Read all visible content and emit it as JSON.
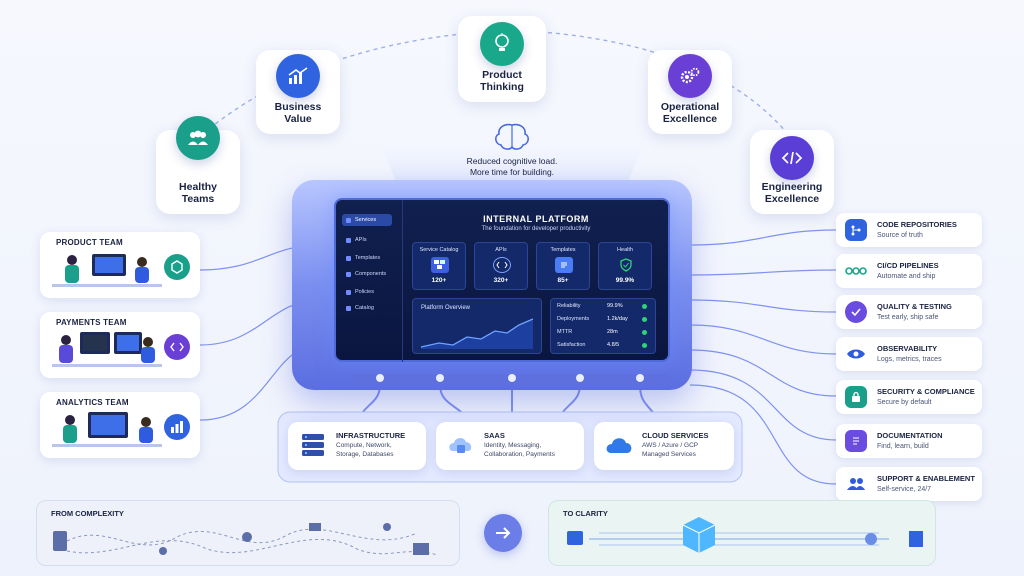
{
  "values": {
    "healthy_teams": "Healthy\nTeams",
    "business_value": "Business\nValue",
    "product_thinking": "Product\nThinking",
    "operational_excellence": "Operational\nExcellence",
    "engineering_excellence": "Engineering\nExcellence"
  },
  "tagline": {
    "line1": "Reduced cognitive load.",
    "line2": "More time for building."
  },
  "teams": [
    {
      "title": "PRODUCT TEAM"
    },
    {
      "title": "PAYMENTS TEAM"
    },
    {
      "title": "ANALYTICS TEAM"
    }
  ],
  "platform": {
    "title": "INTERNAL PLATFORM",
    "subtitle": "The foundation for developer productivity",
    "sidebar": [
      "Services",
      "APIs",
      "Templates",
      "Components",
      "Policies",
      "Catalog"
    ],
    "stats": [
      {
        "title": "Service Catalog",
        "value": "120+"
      },
      {
        "title": "APIs",
        "value": "320+"
      },
      {
        "title": "Templates",
        "value": "85+"
      },
      {
        "title": "Health",
        "value": "99.9%"
      }
    ],
    "overview_title": "Platform Overview",
    "metrics": [
      {
        "label": "Reliability",
        "value": "99.9%"
      },
      {
        "label": "Deployments",
        "value": "1.2k/day"
      },
      {
        "label": "MTTR",
        "value": "28m"
      },
      {
        "label": "Satisfaction",
        "value": "4.8/5"
      }
    ]
  },
  "services": [
    {
      "title": "INFRASTRUCTURE",
      "desc1": "Compute, Network,",
      "desc2": "Storage, Databases"
    },
    {
      "title": "SAAS",
      "desc1": "Identity, Messaging,",
      "desc2": "Collaboration, Payments"
    },
    {
      "title": "CLOUD SERVICES",
      "desc1": "AWS / Azure / GCP",
      "desc2": "Managed Services"
    }
  ],
  "capabilities": [
    {
      "title": "CODE REPOSITORIES",
      "sub": "Source of truth",
      "color": "#2f63e0"
    },
    {
      "title": "CI/CD PIPELINES",
      "sub": "Automate and ship",
      "color": "#18a88a"
    },
    {
      "title": "QUALITY & TESTING",
      "sub": "Test early, ship safe",
      "color": "#6a4ce0"
    },
    {
      "title": "OBSERVABILITY",
      "sub": "Logs, metrics, traces",
      "color": "#2f63e0"
    },
    {
      "title": "SECURITY & COMPLIANCE",
      "sub": "Secure by default",
      "color": "#1aa08a"
    },
    {
      "title": "DOCUMENTATION",
      "sub": "Find, learn, build",
      "color": "#6a4ce0"
    },
    {
      "title": "SUPPORT & ENABLEMENT",
      "sub": "Self-service, 24/7",
      "color": "#2f63e0"
    }
  ],
  "bottom": {
    "from": "FROM COMPLEXITY",
    "to": "TO CLARITY"
  },
  "icons": {
    "healthy_teams": "team-icon",
    "business_value": "growth-chart-icon",
    "product_thinking": "lightbulb-icon",
    "operational_excellence": "gears-icon",
    "engineering_excellence": "code-icon"
  }
}
